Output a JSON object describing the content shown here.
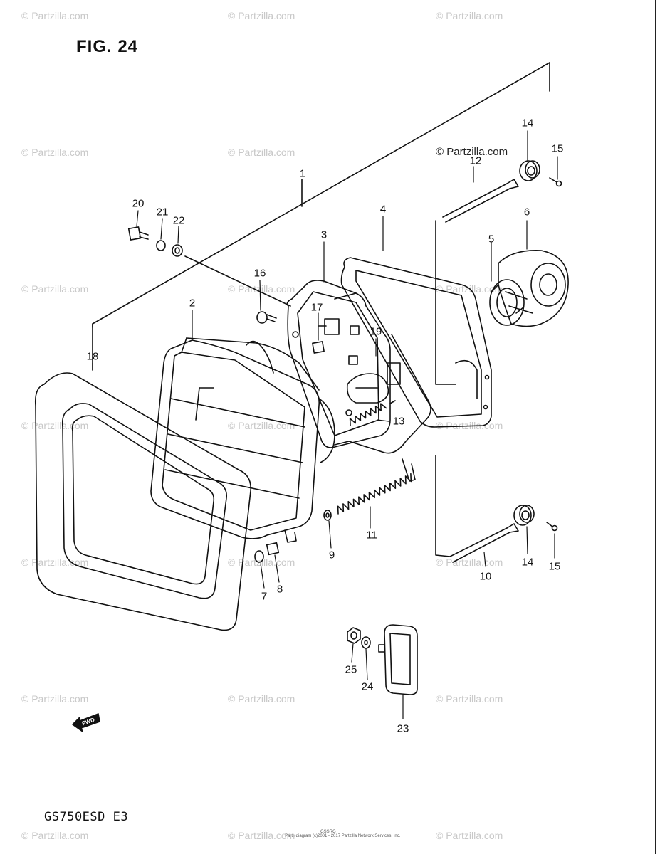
{
  "figure": {
    "title": "FIG. 24",
    "model_code": "GS750ESD  E3",
    "watermark_main": "© Partzilla.com",
    "watermark_repeat": "© Partzilla.com",
    "fine_print": "Parts diagram (c)2001 - 2017 Partzilla Network Services, Inc.",
    "fine_print_top": "GSSRG"
  },
  "fwd_label": "FWD",
  "parts": [
    {
      "id": "1",
      "label": "1"
    },
    {
      "id": "2",
      "label": "2"
    },
    {
      "id": "3",
      "label": "3"
    },
    {
      "id": "4",
      "label": "4"
    },
    {
      "id": "5",
      "label": "5"
    },
    {
      "id": "6",
      "label": "6"
    },
    {
      "id": "7",
      "label": "7"
    },
    {
      "id": "8",
      "label": "8"
    },
    {
      "id": "9",
      "label": "9"
    },
    {
      "id": "10",
      "label": "10"
    },
    {
      "id": "11",
      "label": "11"
    },
    {
      "id": "12",
      "label": "12"
    },
    {
      "id": "13",
      "label": "13"
    },
    {
      "id": "14a",
      "label": "14"
    },
    {
      "id": "14b",
      "label": "14"
    },
    {
      "id": "15a",
      "label": "15"
    },
    {
      "id": "15b",
      "label": "15"
    },
    {
      "id": "16",
      "label": "16"
    },
    {
      "id": "17",
      "label": "17"
    },
    {
      "id": "18",
      "label": "18"
    },
    {
      "id": "19",
      "label": "19"
    },
    {
      "id": "20",
      "label": "20"
    },
    {
      "id": "21",
      "label": "21"
    },
    {
      "id": "22",
      "label": "22"
    },
    {
      "id": "23",
      "label": "23"
    },
    {
      "id": "24",
      "label": "24"
    },
    {
      "id": "25",
      "label": "25"
    }
  ]
}
